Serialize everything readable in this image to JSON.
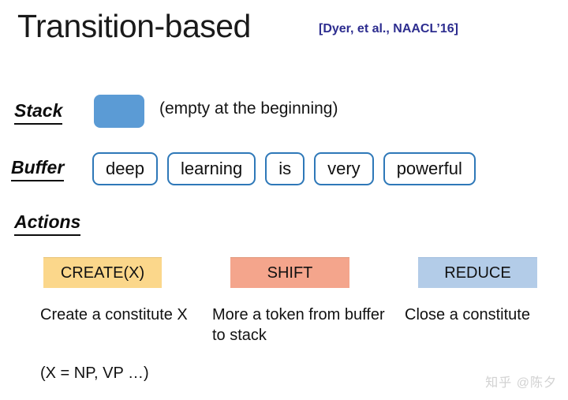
{
  "slide": {
    "title": "Transition-based",
    "citation": "[Dyer, et al., NAACL’16]"
  },
  "stack": {
    "label": "Stack",
    "note": "(empty at the beginning)",
    "box_color": "#5b9bd5",
    "contents": []
  },
  "buffer": {
    "label": "Buffer",
    "border_color": "#2e78b8",
    "tokens": [
      "deep",
      "learning",
      "is",
      "very",
      "powerful"
    ]
  },
  "actions": {
    "label": "Actions",
    "items": [
      {
        "name": "CREATE(X)",
        "color": "#fbd78b",
        "description": "Create a constitute X",
        "extra": "(X = NP, VP …)"
      },
      {
        "name": "SHIFT",
        "color": "#f4a58c",
        "description": "More a token from buffer to stack"
      },
      {
        "name": "REDUCE",
        "color": "#b3cce8",
        "description": "Close a constitute"
      }
    ]
  },
  "watermark": "知乎 @陈夕"
}
